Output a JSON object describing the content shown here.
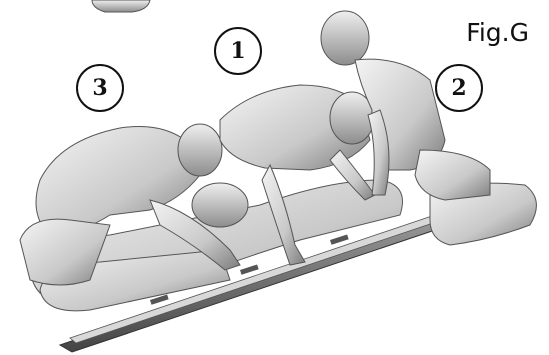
{
  "figure": {
    "label": "Fig.G",
    "markers": [
      "1",
      "2",
      "3"
    ]
  }
}
